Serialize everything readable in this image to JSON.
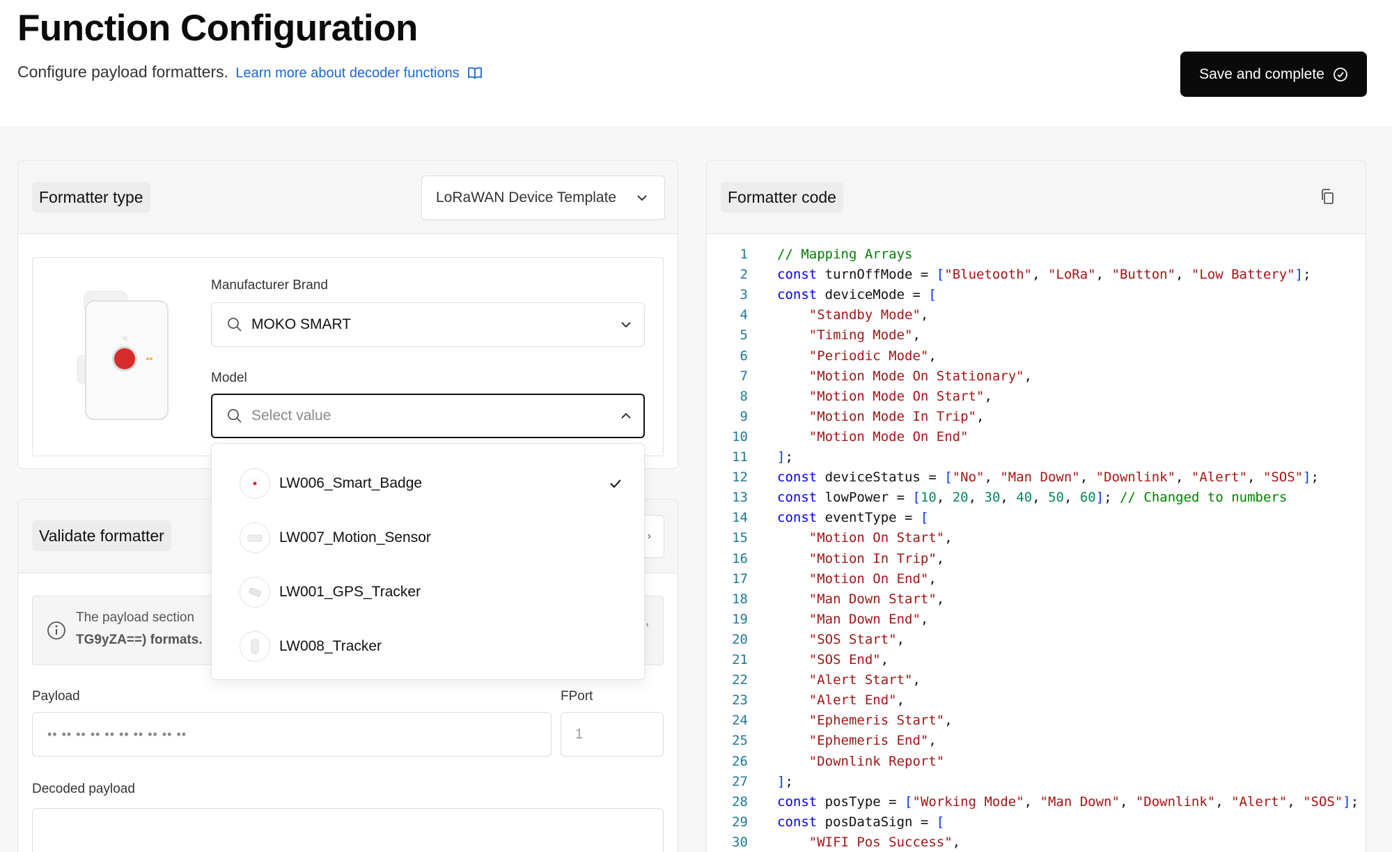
{
  "header": {
    "title": "Function Configuration",
    "subtitle": "Configure payload formatters.",
    "learn_more": "Learn more about decoder functions",
    "save_label": "Save and complete"
  },
  "formatter": {
    "title": "Formatter type",
    "type_value": "LoRaWAN Device Template",
    "brand_label": "Manufacturer Brand",
    "brand_value": "MOKO SMART",
    "model_label": "Model",
    "model_placeholder": "Select value",
    "models": [
      {
        "label": "LW006_Smart_Badge",
        "selected": true
      },
      {
        "label": "LW007_Motion_Sensor",
        "selected": false
      },
      {
        "label": "LW001_GPS_Tracker",
        "selected": false
      },
      {
        "label": "LW008_Tracker",
        "selected": false
      }
    ]
  },
  "validate": {
    "title": "Validate formatter",
    "info_line1": "The payload section",
    "info_line2": "TG9yZA==) formats.",
    "payload_label": "Payload",
    "payload_placeholder": "•• •• •• •• •• •• •• •• •• ••",
    "fport_label": "FPort",
    "fport_placeholder": "1",
    "decoded_label": "Decoded payload"
  },
  "code": {
    "title": "Formatter code",
    "lines": [
      {
        "n": "1",
        "parts": [
          [
            "cmt",
            "// Mapping Arrays"
          ]
        ]
      },
      {
        "n": "2",
        "parts": [
          [
            "kw",
            "const"
          ],
          [
            "",
            " turnOffMode = "
          ],
          [
            "br",
            "["
          ],
          [
            "str",
            "\"Bluetooth\""
          ],
          [
            "",
            ", "
          ],
          [
            "str",
            "\"LoRa\""
          ],
          [
            "",
            ", "
          ],
          [
            "str",
            "\"Button\""
          ],
          [
            "",
            ", "
          ],
          [
            "str",
            "\"Low Battery\""
          ],
          [
            "br",
            "]"
          ],
          [
            "",
            ";"
          ]
        ]
      },
      {
        "n": "3",
        "parts": [
          [
            "kw",
            "const"
          ],
          [
            "",
            " deviceMode = "
          ],
          [
            "br",
            "["
          ]
        ]
      },
      {
        "n": "4",
        "parts": [
          [
            "",
            "    "
          ],
          [
            "str",
            "\"Standby Mode\""
          ],
          [
            "",
            ","
          ]
        ]
      },
      {
        "n": "5",
        "parts": [
          [
            "",
            "    "
          ],
          [
            "str",
            "\"Timing Mode\""
          ],
          [
            "",
            ","
          ]
        ]
      },
      {
        "n": "6",
        "parts": [
          [
            "",
            "    "
          ],
          [
            "str",
            "\"Periodic Mode\""
          ],
          [
            "",
            ","
          ]
        ]
      },
      {
        "n": "7",
        "parts": [
          [
            "",
            "    "
          ],
          [
            "str",
            "\"Motion Mode On Stationary\""
          ],
          [
            "",
            ","
          ]
        ]
      },
      {
        "n": "8",
        "parts": [
          [
            "",
            "    "
          ],
          [
            "str",
            "\"Motion Mode On Start\""
          ],
          [
            "",
            ","
          ]
        ]
      },
      {
        "n": "9",
        "parts": [
          [
            "",
            "    "
          ],
          [
            "str",
            "\"Motion Mode In Trip\""
          ],
          [
            "",
            ","
          ]
        ]
      },
      {
        "n": "10",
        "parts": [
          [
            "",
            "    "
          ],
          [
            "str",
            "\"Motion Mode On End\""
          ]
        ]
      },
      {
        "n": "11",
        "parts": [
          [
            "br",
            "]"
          ],
          [
            "",
            ";"
          ]
        ]
      },
      {
        "n": "12",
        "parts": [
          [
            "kw",
            "const"
          ],
          [
            "",
            " deviceStatus = "
          ],
          [
            "br",
            "["
          ],
          [
            "str",
            "\"No\""
          ],
          [
            "",
            ", "
          ],
          [
            "str",
            "\"Man Down\""
          ],
          [
            "",
            ", "
          ],
          [
            "str",
            "\"Downlink\""
          ],
          [
            "",
            ", "
          ],
          [
            "str",
            "\"Alert\""
          ],
          [
            "",
            ", "
          ],
          [
            "str",
            "\"SOS\""
          ],
          [
            "br",
            "]"
          ],
          [
            "",
            ";"
          ]
        ]
      },
      {
        "n": "13",
        "parts": [
          [
            "kw",
            "const"
          ],
          [
            "",
            " lowPower = "
          ],
          [
            "br",
            "["
          ],
          [
            "num",
            "10"
          ],
          [
            "",
            ", "
          ],
          [
            "num",
            "20"
          ],
          [
            "",
            ", "
          ],
          [
            "num",
            "30"
          ],
          [
            "",
            ", "
          ],
          [
            "num",
            "40"
          ],
          [
            "",
            ", "
          ],
          [
            "num",
            "50"
          ],
          [
            "",
            ", "
          ],
          [
            "num",
            "60"
          ],
          [
            "br",
            "]"
          ],
          [
            "",
            "; "
          ],
          [
            "cmt",
            "// Changed to numbers"
          ]
        ]
      },
      {
        "n": "14",
        "parts": [
          [
            "kw",
            "const"
          ],
          [
            "",
            " eventType = "
          ],
          [
            "br",
            "["
          ]
        ]
      },
      {
        "n": "15",
        "parts": [
          [
            "",
            "    "
          ],
          [
            "str",
            "\"Motion On Start\""
          ],
          [
            "",
            ","
          ]
        ]
      },
      {
        "n": "16",
        "parts": [
          [
            "",
            "    "
          ],
          [
            "str",
            "\"Motion In Trip\""
          ],
          [
            "",
            ","
          ]
        ]
      },
      {
        "n": "17",
        "parts": [
          [
            "",
            "    "
          ],
          [
            "str",
            "\"Motion On End\""
          ],
          [
            "",
            ","
          ]
        ]
      },
      {
        "n": "18",
        "parts": [
          [
            "",
            "    "
          ],
          [
            "str",
            "\"Man Down Start\""
          ],
          [
            "",
            ","
          ]
        ]
      },
      {
        "n": "19",
        "parts": [
          [
            "",
            "    "
          ],
          [
            "str",
            "\"Man Down End\""
          ],
          [
            "",
            ","
          ]
        ]
      },
      {
        "n": "20",
        "parts": [
          [
            "",
            "    "
          ],
          [
            "str",
            "\"SOS Start\""
          ],
          [
            "",
            ","
          ]
        ]
      },
      {
        "n": "21",
        "parts": [
          [
            "",
            "    "
          ],
          [
            "str",
            "\"SOS End\""
          ],
          [
            "",
            ","
          ]
        ]
      },
      {
        "n": "22",
        "parts": [
          [
            "",
            "    "
          ],
          [
            "str",
            "\"Alert Start\""
          ],
          [
            "",
            ","
          ]
        ]
      },
      {
        "n": "23",
        "parts": [
          [
            "",
            "    "
          ],
          [
            "str",
            "\"Alert End\""
          ],
          [
            "",
            ","
          ]
        ]
      },
      {
        "n": "24",
        "parts": [
          [
            "",
            "    "
          ],
          [
            "str",
            "\"Ephemeris Start\""
          ],
          [
            "",
            ","
          ]
        ]
      },
      {
        "n": "25",
        "parts": [
          [
            "",
            "    "
          ],
          [
            "str",
            "\"Ephemeris End\""
          ],
          [
            "",
            ","
          ]
        ]
      },
      {
        "n": "26",
        "parts": [
          [
            "",
            "    "
          ],
          [
            "str",
            "\"Downlink Report\""
          ]
        ]
      },
      {
        "n": "27",
        "parts": [
          [
            "br",
            "]"
          ],
          [
            "",
            ";"
          ]
        ]
      },
      {
        "n": "28",
        "parts": [
          [
            "kw",
            "const"
          ],
          [
            "",
            " posType = "
          ],
          [
            "br",
            "["
          ],
          [
            "str",
            "\"Working Mode\""
          ],
          [
            "",
            ", "
          ],
          [
            "str",
            "\"Man Down\""
          ],
          [
            "",
            ", "
          ],
          [
            "str",
            "\"Downlink\""
          ],
          [
            "",
            ", "
          ],
          [
            "str",
            "\"Alert\""
          ],
          [
            "",
            ", "
          ],
          [
            "str",
            "\"SOS\""
          ],
          [
            "br",
            "]"
          ],
          [
            "",
            ";"
          ]
        ]
      },
      {
        "n": "29",
        "parts": [
          [
            "kw",
            "const"
          ],
          [
            "",
            " posDataSign = "
          ],
          [
            "br",
            "["
          ]
        ]
      },
      {
        "n": "30",
        "parts": [
          [
            "",
            "    "
          ],
          [
            "str",
            "\"WIFI Pos Success\""
          ],
          [
            "",
            ","
          ]
        ]
      }
    ]
  }
}
